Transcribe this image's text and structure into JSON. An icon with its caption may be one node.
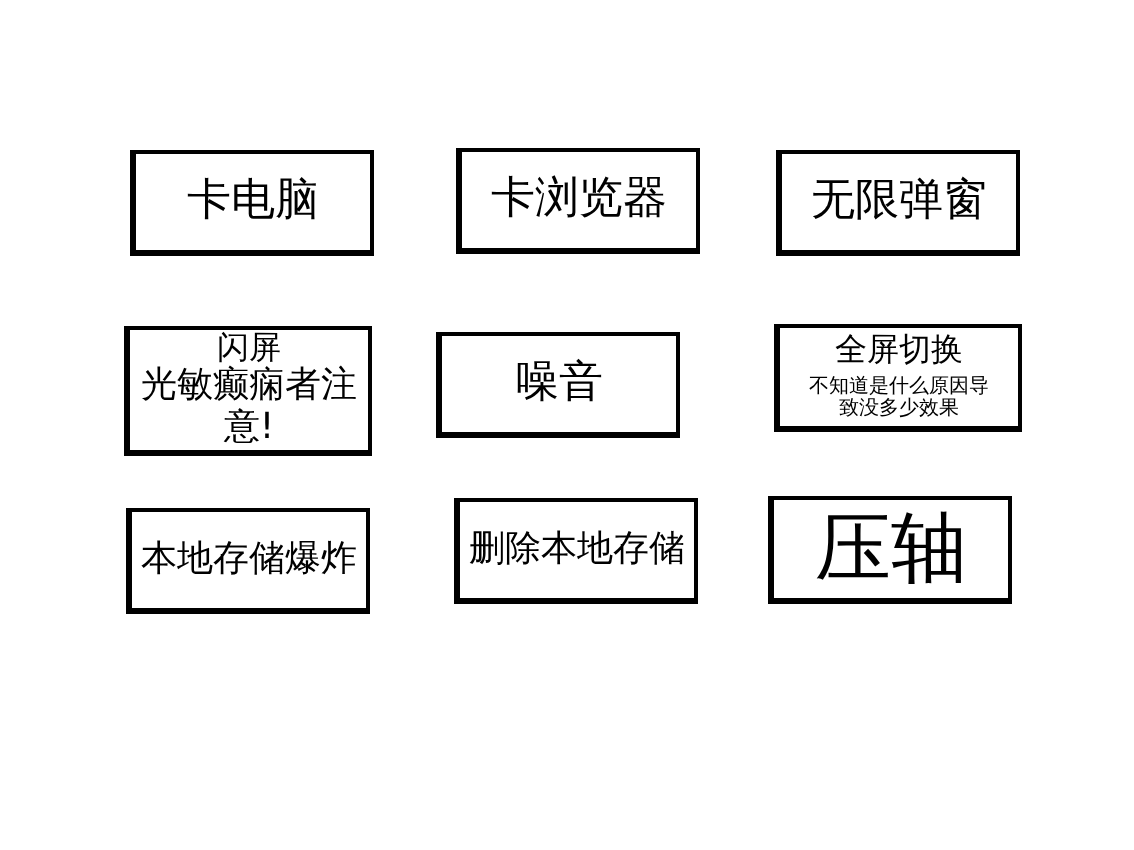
{
  "diagram": {
    "nodes": [
      {
        "text": [
          "卡电脑"
        ]
      },
      {
        "text": [
          "卡浏览器"
        ]
      },
      {
        "text": [
          "无限弹窗"
        ]
      },
      {
        "text": [
          "闪屏",
          "光敏癫痫者注意!"
        ]
      },
      {
        "text": [
          "噪音"
        ]
      },
      {
        "text": [
          "全屏切换",
          "不知道是什么原因导致没多少效果"
        ]
      },
      {
        "text": [
          "本地存储爆炸"
        ]
      },
      {
        "text": [
          "删除本地存储"
        ]
      },
      {
        "text": [
          "压轴"
        ]
      }
    ]
  }
}
